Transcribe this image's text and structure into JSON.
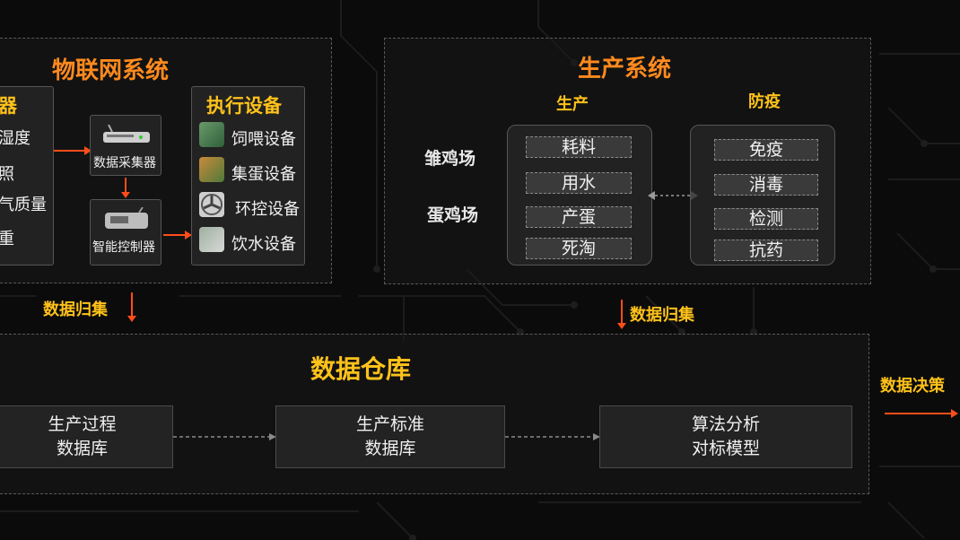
{
  "iot": {
    "title": "物联网系统",
    "sensors_heading": "器",
    "sensors": [
      "温湿度",
      "光照",
      "空气质量",
      "称重"
    ],
    "collector_label": "数据采集器",
    "controller_label": "智能控制器",
    "actuators_heading": "执行设备",
    "actuators": [
      "饲喂设备",
      "集蛋设备",
      "环控设备",
      "饮水设备"
    ]
  },
  "production": {
    "title": "生产系统",
    "col_production": "生产",
    "col_epidemic": "防疫",
    "farms": [
      "雏鸡场",
      "蛋鸡场"
    ],
    "production_items": [
      "耗料",
      "用水",
      "产蛋",
      "死淘"
    ],
    "epidemic_items": [
      "免疫",
      "消毒",
      "检测",
      "抗药"
    ]
  },
  "flow": {
    "collect_left": "数据归集",
    "collect_right": "数据归集",
    "decision": "数据决策"
  },
  "warehouse": {
    "title": "数据仓库",
    "panels": [
      {
        "line1": "生产过程",
        "line2": "数据库"
      },
      {
        "line1": "生产标准",
        "line2": "数据库"
      },
      {
        "line1": "算法分析",
        "line2": "对标模型"
      }
    ]
  },
  "colors": {
    "title": "#ff8a1e",
    "label": "#ffc21a",
    "arrow": "#ff4d1a"
  }
}
